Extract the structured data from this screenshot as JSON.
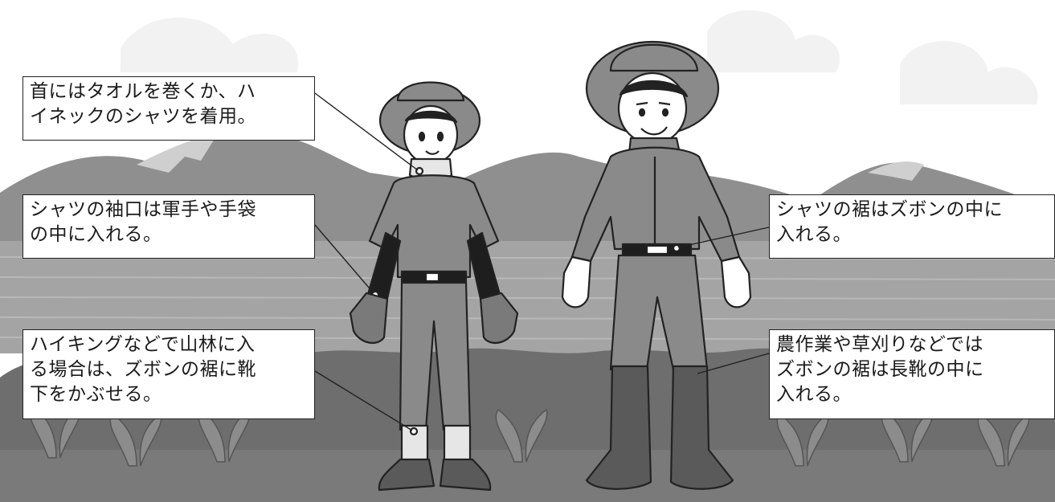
{
  "callouts": {
    "neck": {
      "lines": [
        "首にはタオルを巻くか、ハ",
        "イネックのシャツを着用。"
      ]
    },
    "cuffs": {
      "lines": [
        "シャツの袖口は軍手や手袋",
        "の中に入れる。"
      ]
    },
    "hiking": {
      "lines": [
        "ハイキングなどで山林に入",
        "る場合は、ズボンの裾に靴",
        "下をかぶせる。"
      ]
    },
    "shirt_hem": {
      "lines": [
        "シャツの裾はズボンの中に",
        "入れる。"
      ]
    },
    "farm": {
      "lines": [
        "農作業や草刈りなどでは",
        "ズボンの裾は長靴の中に",
        "入れる。"
      ]
    }
  },
  "colors": {
    "sky": "#ffffff",
    "mountain": "#8f8f8f",
    "field": "#9a9a9a",
    "bush": "#6e6e6e",
    "clothing": "#8a8a8a",
    "skin": "#ffffff",
    "boots": "#5a5a5a",
    "arm_cover": "#1e1e1e"
  }
}
